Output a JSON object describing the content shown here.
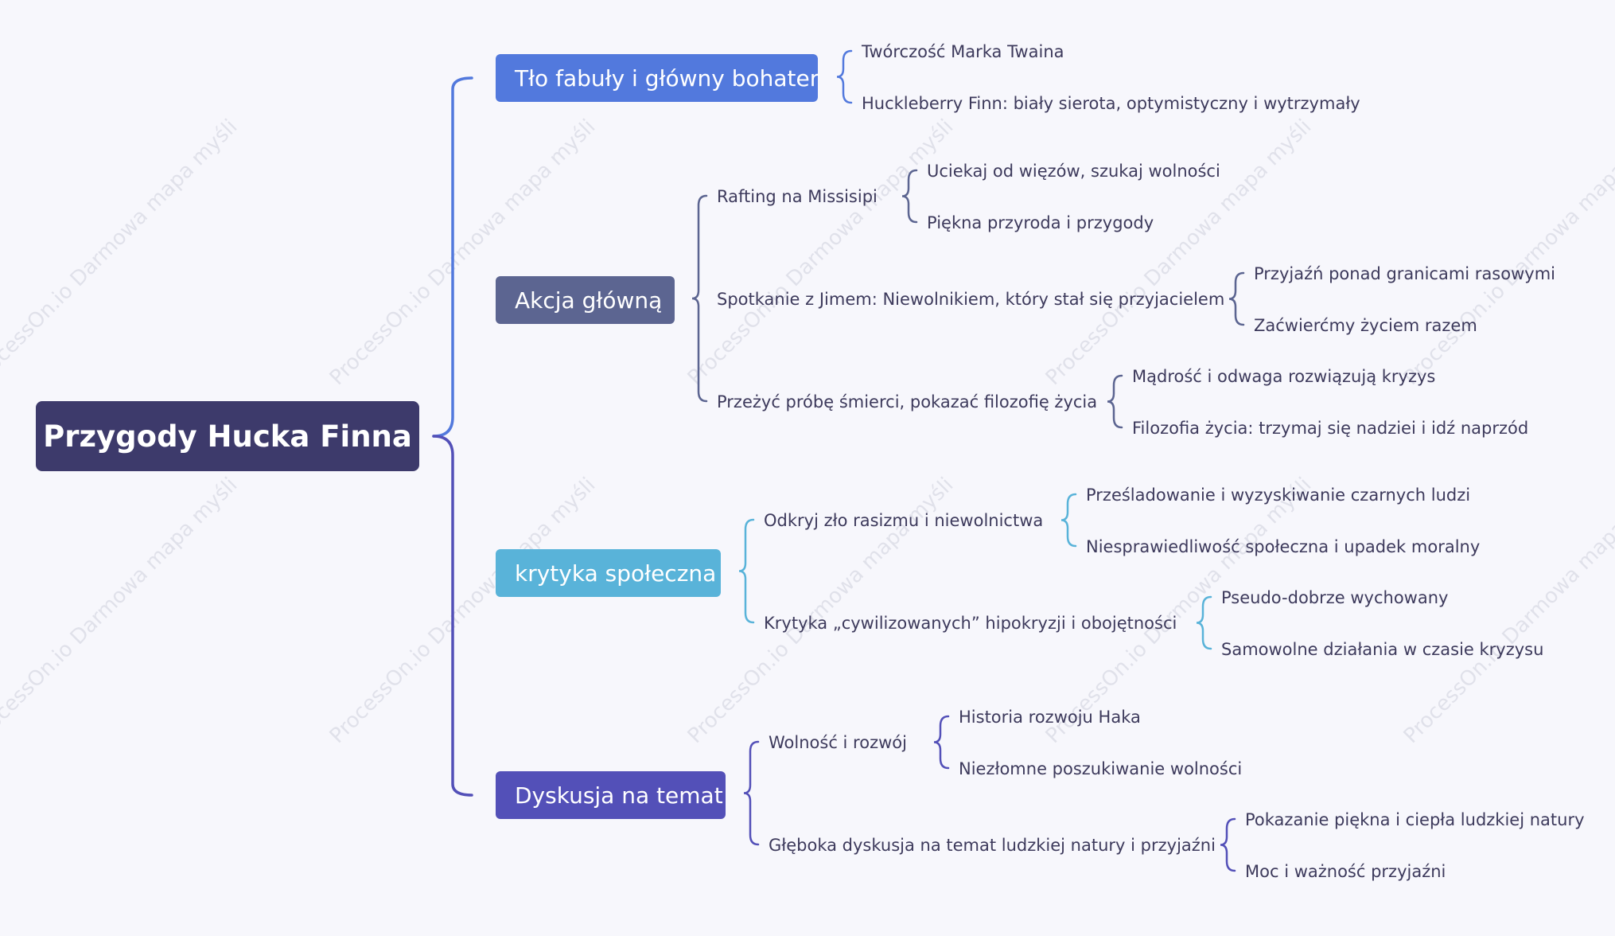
{
  "watermark": "ProcessOn.io Darmowa mapa myśli",
  "root": {
    "label": "Przygody Hucka Finna",
    "color": "#3d3a6b"
  },
  "branches": [
    {
      "label": "Tło fabuły i główny bohater",
      "color": "#5279dd",
      "children": [
        {
          "label": "Twórczość Marka Twaina"
        },
        {
          "label": "Huckleberry Finn: biały sierota, optymistyczny i wytrzymały"
        }
      ]
    },
    {
      "label": "Akcja główną",
      "color": "#5c6591",
      "children": [
        {
          "label": "Rafting na Missisipi",
          "children": [
            {
              "label": "Uciekaj od więzów, szukaj wolności"
            },
            {
              "label": "Piękna przyroda i przygody"
            }
          ]
        },
        {
          "label": "Spotkanie z Jimem: Niewolnikiem, który stał się przyjacielem",
          "children": [
            {
              "label": "Przyjaźń ponad granicami rasowymi"
            },
            {
              "label": "Zaćwierćmy życiem razem"
            }
          ]
        },
        {
          "label": "Przeżyć próbę śmierci, pokazać filozofię życia",
          "children": [
            {
              "label": "Mądrość i odwaga rozwiązują kryzys"
            },
            {
              "label": "Filozofia życia: trzymaj się nadziei i idź naprzód"
            }
          ]
        }
      ]
    },
    {
      "label": "krytyka społeczna",
      "color": "#59b3d9",
      "children": [
        {
          "label": "Odkryj zło rasizmu i niewolnictwa",
          "children": [
            {
              "label": "Prześladowanie i wyzyskiwanie czarnych ludzi"
            },
            {
              "label": "Niesprawiedliwość społeczna i upadek moralny"
            }
          ]
        },
        {
          "label": "Krytyka „cywilizowanych”   hipokryzji i obojętności",
          "children": [
            {
              "label": "Pseudo-dobrze wychowany"
            },
            {
              "label": "Samowolne działania w czasie kryzysu"
            }
          ]
        }
      ]
    },
    {
      "label": "Dyskusja na temat",
      "color": "#5350b8",
      "children": [
        {
          "label": "Wolność i rozwój",
          "children": [
            {
              "label": "Historia rozwoju Haka"
            },
            {
              "label": "Niezłomne poszukiwanie wolności"
            }
          ]
        },
        {
          "label": "Głęboka dyskusja na temat ludzkiej natury i przyjaźni",
          "children": [
            {
              "label": "Pokazanie piękna i ciepła ludzkiej natury"
            },
            {
              "label": "Moc i ważność przyjaźni"
            }
          ]
        }
      ]
    }
  ]
}
